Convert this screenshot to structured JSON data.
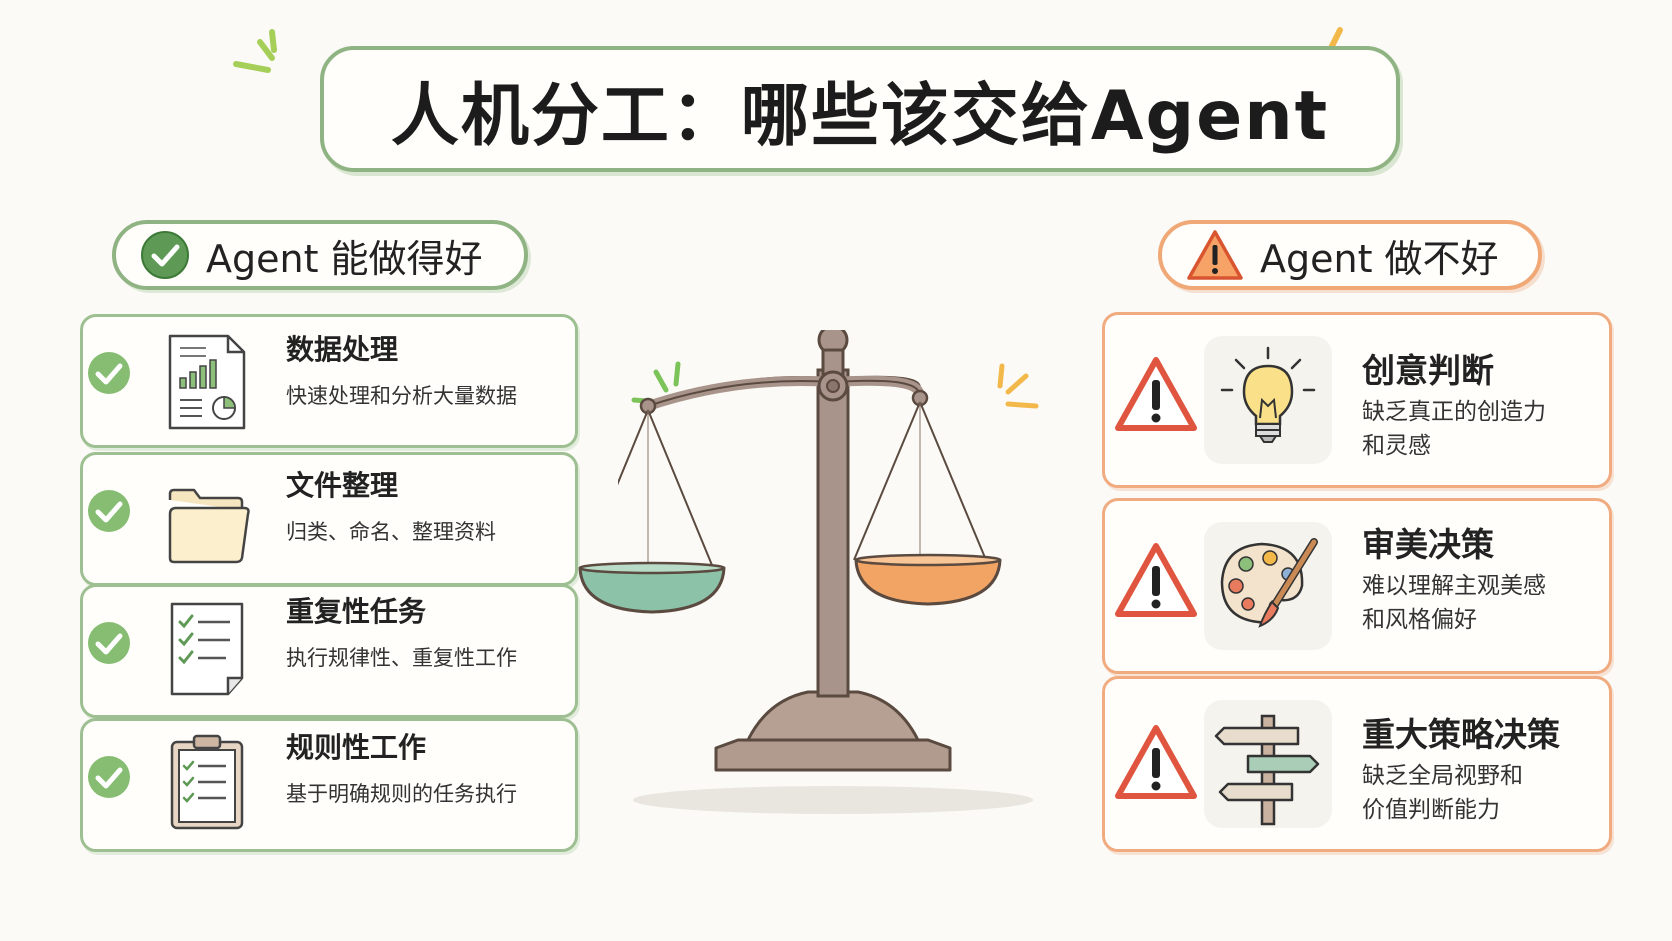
{
  "title": "人机分工：哪些该交给Agent",
  "good_section": {
    "header": "Agent 能做得好",
    "items": [
      {
        "title": "数据处理",
        "desc": "快速处理和分析大量数据",
        "icon": "data-report-icon"
      },
      {
        "title": "文件整理",
        "desc": "归类、命名、整理资料",
        "icon": "folder-icon"
      },
      {
        "title": "重复性任务",
        "desc": "执行规律性、重复性工作",
        "icon": "checklist-icon"
      },
      {
        "title": "规则性工作",
        "desc": "基于明确规则的任务执行",
        "icon": "clipboard-icon"
      }
    ]
  },
  "bad_section": {
    "header": "Agent 做不好",
    "items": [
      {
        "title": "创意判断",
        "desc_line1": "缺乏真正的创造力",
        "desc_line2": "和灵感",
        "icon": "lightbulb-icon"
      },
      {
        "title": "审美决策",
        "desc_line1": "难以理解主观美感",
        "desc_line2": "和风格偏好",
        "icon": "palette-icon"
      },
      {
        "title": "重大策略决策",
        "desc_line1": "缺乏全局视野和",
        "desc_line2": "价值判断能力",
        "icon": "signpost-icon"
      }
    ]
  },
  "colors": {
    "good_accent": "#8fb382",
    "good_check": "#5e9a55",
    "bad_accent": "#f0a877",
    "warning_red": "#e0553f",
    "pan_left": "#8cc3a8",
    "pan_right": "#f2a464",
    "scale_body": "#a08b80"
  },
  "center_icon": "balance-scale-icon"
}
